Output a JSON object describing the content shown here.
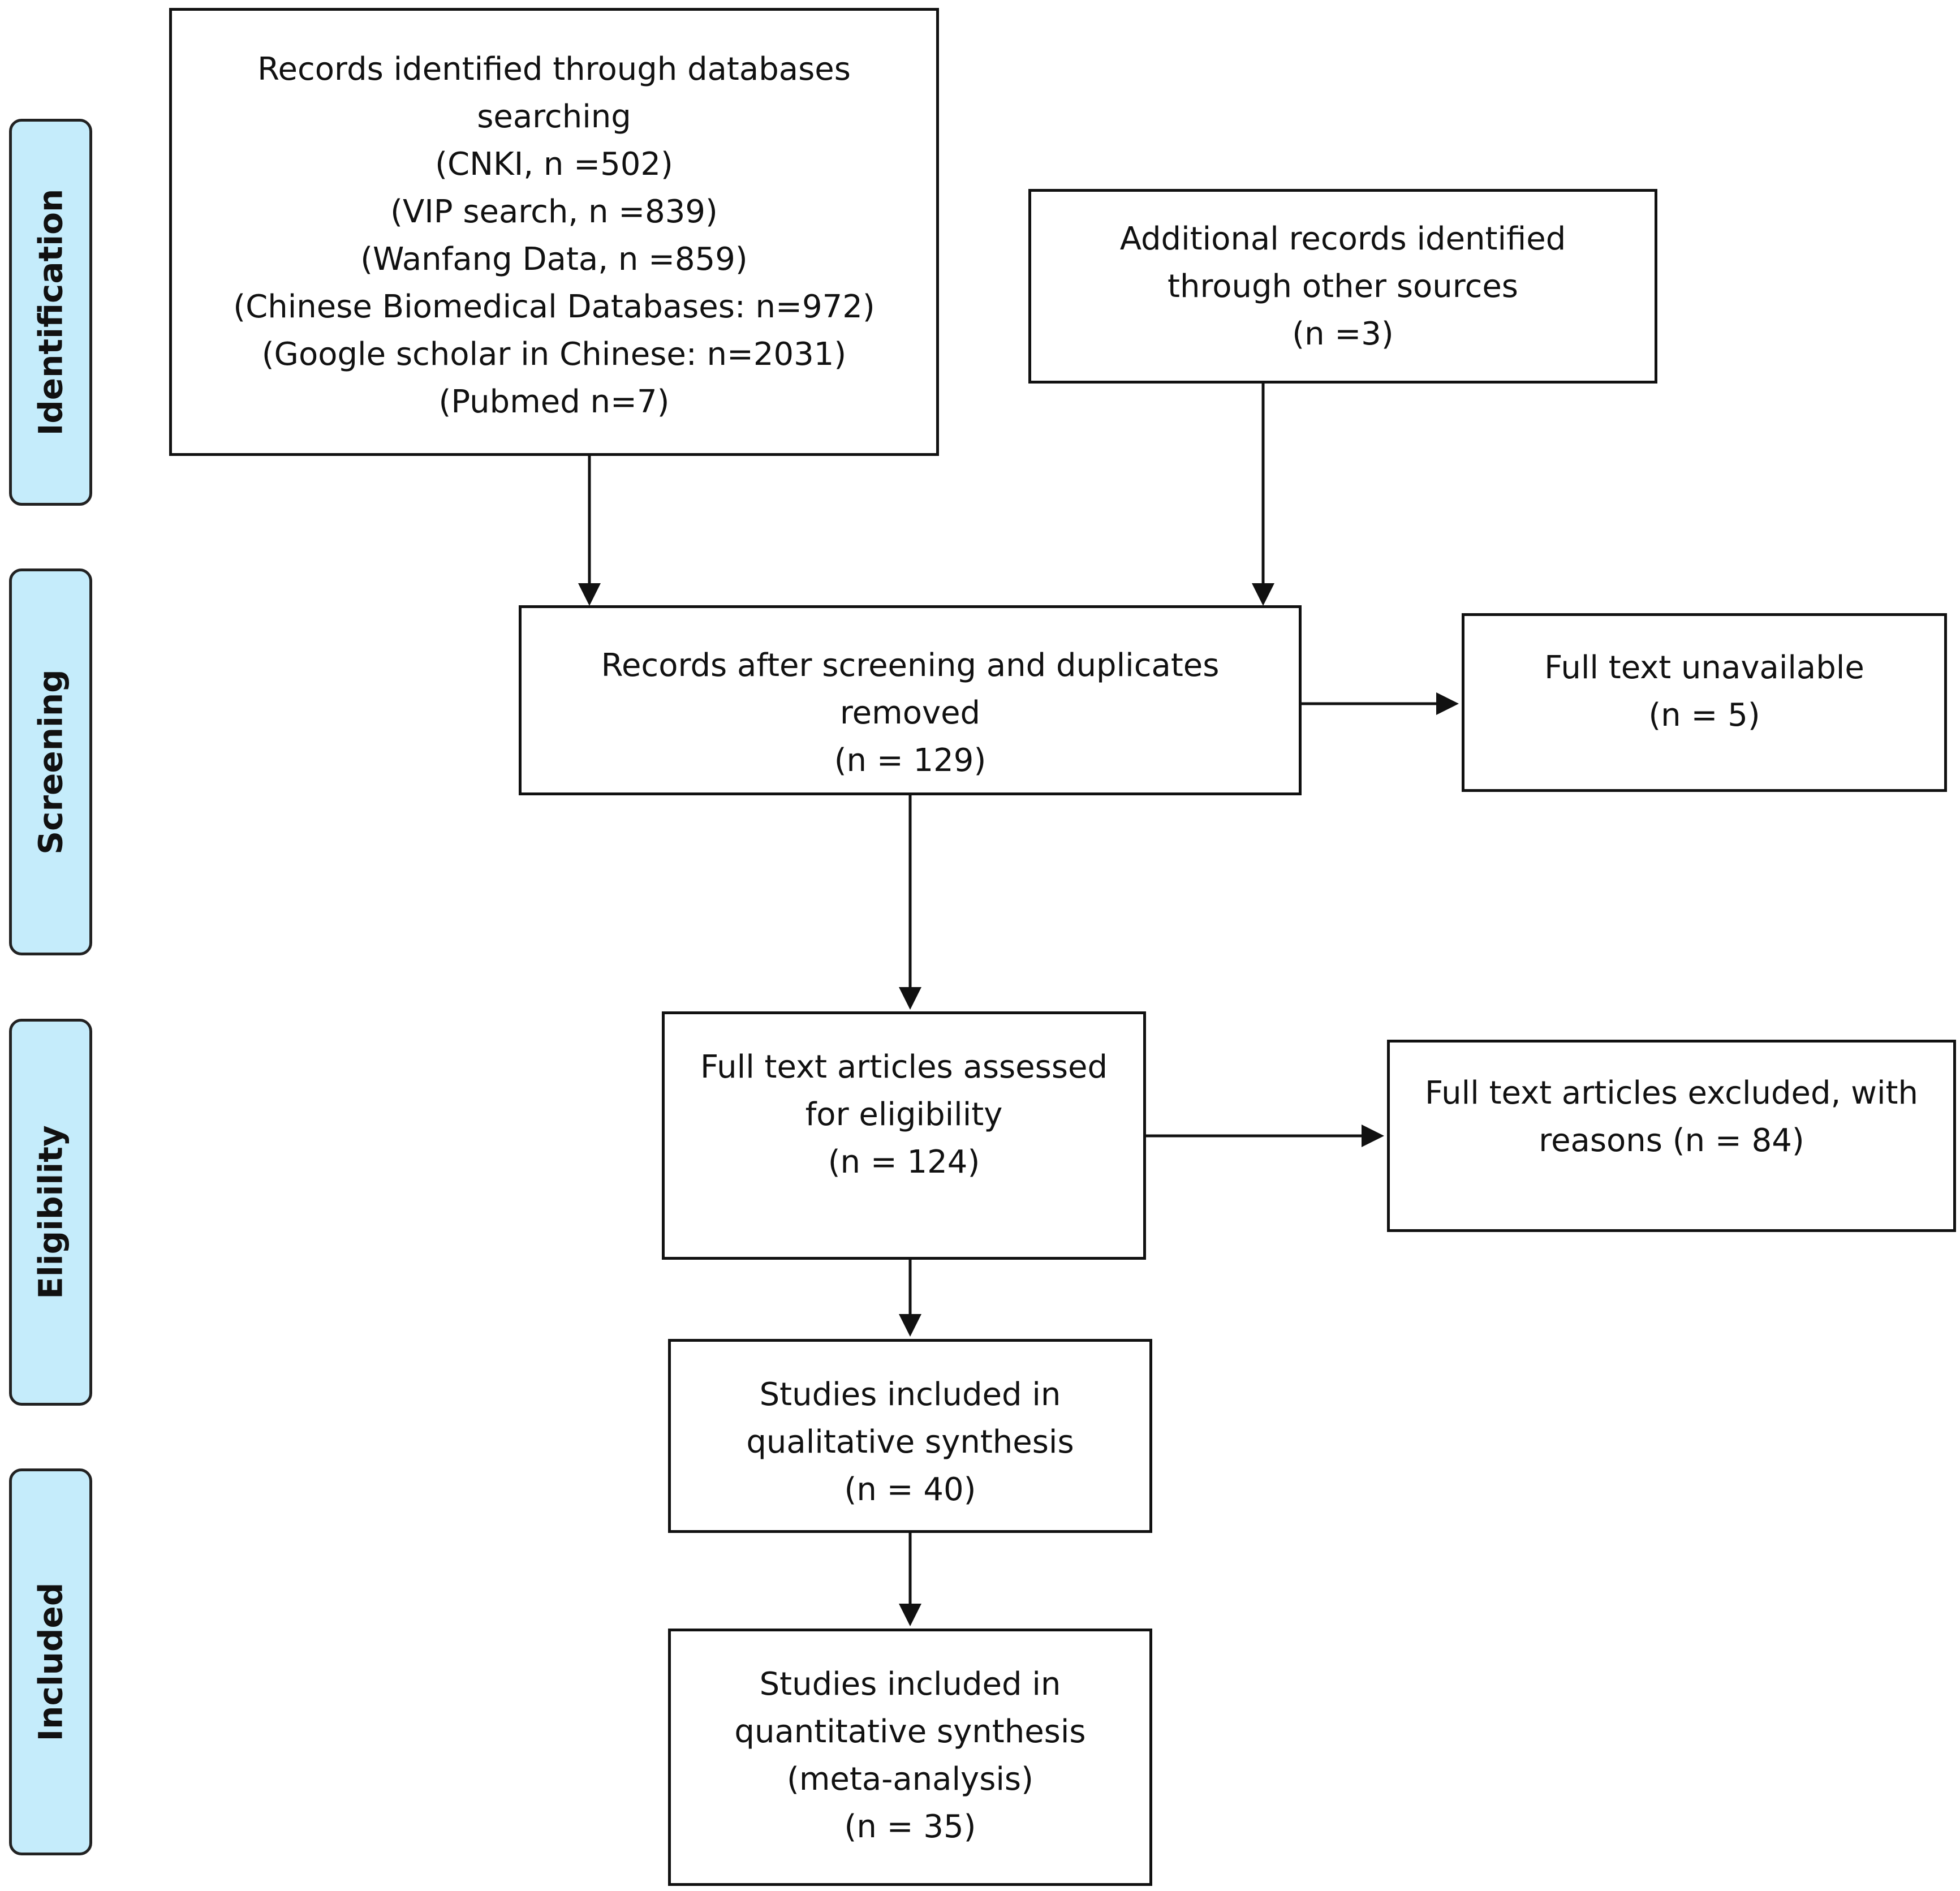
{
  "stages": [
    {
      "id": "identification",
      "label": "Identification"
    },
    {
      "id": "screening",
      "label": "Screening"
    },
    {
      "id": "eligibility",
      "label": "Eligibility"
    },
    {
      "id": "included",
      "label": "Included"
    }
  ],
  "boxes": {
    "databases": {
      "lines": [
        "Records identified through databases",
        "searching",
        "(CNKI, n =502)",
        "(VIP search, n =839)",
        "(Wanfang Data, n =859)",
        "(Chinese Biomedical Databases: n=972)",
        "(Google scholar in Chinese: n=2031)",
        "(Pubmed n=7)"
      ]
    },
    "other_sources": {
      "lines": [
        "Additional records identified",
        "through other sources",
        "(n =3)"
      ]
    },
    "screened": {
      "lines": [
        "Records after screening and duplicates",
        "removed",
        "(n = 129)"
      ]
    },
    "unavailable": {
      "lines": [
        "Full text unavailable",
        "(n = 5)"
      ]
    },
    "eligibility": {
      "lines": [
        "Full text articles assessed",
        "for eligibility",
        "(n = 124)"
      ]
    },
    "excluded": {
      "lines": [
        "Full text articles excluded, with",
        "reasons (n = 84)"
      ]
    },
    "qualitative": {
      "lines": [
        "Studies included in",
        "qualitative synthesis",
        "(n = 40)"
      ]
    },
    "quantitative": {
      "lines": [
        "Studies included in",
        "quantitative synthesis",
        "(meta-analysis)",
        "(n = 35)"
      ]
    }
  },
  "colors": {
    "stage_fill": "#c5ecfb",
    "stroke": "#111111"
  }
}
